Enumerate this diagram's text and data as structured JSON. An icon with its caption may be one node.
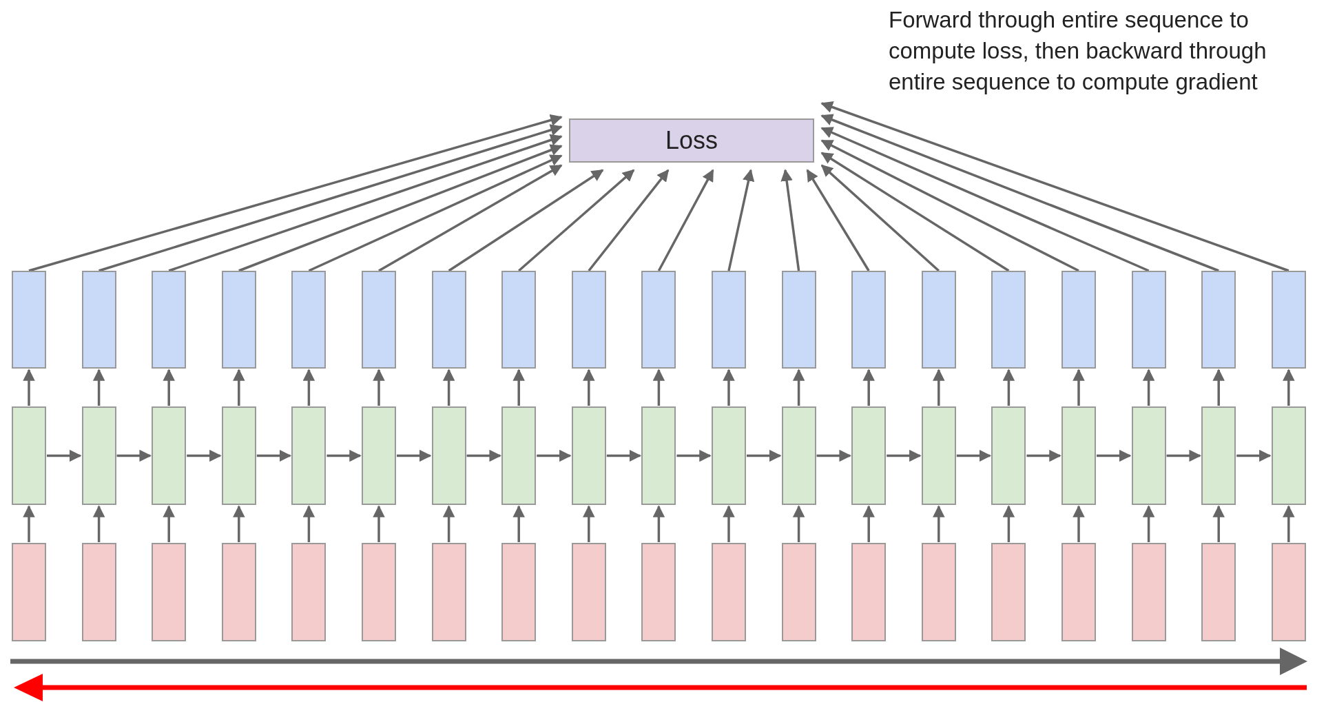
{
  "diagram": {
    "nodes": [
      {
        "text": [
          "Loss"
        ]
      },
      {
        "text": [],
        "shape": "box"
      },
      {
        "text": [],
        "shape": "box"
      },
      {
        "text": [],
        "shape": "box"
      },
      {
        "text": [],
        "shape": "box"
      },
      {
        "text": [],
        "shape": "box"
      },
      {
        "text": [],
        "shape": "box"
      },
      {
        "text": [],
        "shape": "box"
      },
      {
        "text": [],
        "shape": "box"
      },
      {
        "text": [],
        "shape": "box"
      },
      {
        "text": [],
        "shape": "box"
      },
      {
        "text": [],
        "shape": "box"
      },
      {
        "text": [],
        "shape": "box"
      },
      {
        "text": [],
        "shape": "box"
      },
      {
        "text": [],
        "shape": "box"
      },
      {
        "text": [],
        "shape": "box"
      },
      {
        "text": [],
        "shape": "box"
      },
      {
        "text": [],
        "shape": "box"
      },
      {
        "text": [],
        "shape": "box"
      },
      {
        "text": [],
        "shape": "box"
      },
      {
        "text": [],
        "shape": "box"
      },
      {
        "text": [],
        "shape": "box"
      },
      {
        "text": [],
        "shape": "box"
      },
      {
        "text": [],
        "shape": "box"
      },
      {
        "text": [],
        "shape": "box"
      },
      {
        "text": [],
        "shape": "box"
      },
      {
        "text": [],
        "shape": "box"
      },
      {
        "text": [],
        "shape": "box"
      },
      {
        "text": [],
        "shape": "box"
      },
      {
        "text": [],
        "shape": "box"
      },
      {
        "text": [],
        "shape": "box"
      },
      {
        "text": [],
        "shape": "box"
      },
      {
        "text": [],
        "shape": "box"
      },
      {
        "text": [],
        "shape": "box"
      },
      {
        "text": [],
        "shape": "box"
      },
      {
        "text": [],
        "shape": "box"
      },
      {
        "text": [],
        "shape": "box"
      },
      {
        "text": [],
        "shape": "box"
      },
      {
        "text": [],
        "shape": "box"
      },
      {
        "text": [],
        "shape": "box"
      },
      {
        "text": [],
        "shape": "box"
      },
      {
        "text": [],
        "shape": "box"
      },
      {
        "text": [],
        "shape": "box"
      },
      {
        "text": [],
        "shape": "box"
      },
      {
        "text": [],
        "shape": "box"
      },
      {
        "text": [],
        "shape": "box"
      },
      {
        "text": [],
        "shape": "box"
      },
      {
        "text": [],
        "shape": "box"
      },
      {
        "text": [],
        "shape": "box"
      },
      {
        "text": [],
        "shape": "box"
      },
      {
        "text": [],
        "shape": "box"
      },
      {
        "text": [],
        "shape": "box"
      },
      {
        "text": [],
        "shape": "box"
      },
      {
        "text": [],
        "shape": "box"
      },
      {
        "text": [],
        "shape": "box"
      },
      {
        "text": [],
        "shape": "box"
      },
      {
        "text": [],
        "shape": "box"
      },
      {
        "text": [],
        "shape": "box"
      }
    ],
    "edges": [
      {
        "from": 1,
        "to": 0,
        "arrow": "to"
      },
      {
        "from": 2,
        "to": 0,
        "arrow": "to"
      },
      {
        "from": 3,
        "to": 0,
        "arrow": "to"
      },
      {
        "from": 4,
        "to": 0,
        "arrow": "to"
      },
      {
        "from": 5,
        "to": 0,
        "arrow": "to"
      },
      {
        "from": 6,
        "to": 0,
        "arrow": "to"
      },
      {
        "from": 7,
        "to": 0,
        "arrow": "to"
      },
      {
        "from": 8,
        "to": 0,
        "arrow": "to"
      },
      {
        "from": 9,
        "to": 0,
        "arrow": "to"
      },
      {
        "from": 10,
        "to": 0,
        "arrow": "to"
      },
      {
        "from": 11,
        "to": 0,
        "arrow": "to"
      },
      {
        "from": 12,
        "to": 0,
        "arrow": "to"
      },
      {
        "from": 13,
        "to": 0,
        "arrow": "to"
      },
      {
        "from": 14,
        "to": 0,
        "arrow": "to"
      },
      {
        "from": 15,
        "to": 0,
        "arrow": "to"
      },
      {
        "from": 16,
        "to": 0,
        "arrow": "to"
      },
      {
        "from": 17,
        "to": 0,
        "arrow": "to"
      },
      {
        "from": 18,
        "to": 0,
        "arrow": "to"
      },
      {
        "from": 19,
        "to": 0,
        "arrow": "to"
      },
      {
        "from": 20,
        "to": 1,
        "arrow": "to"
      },
      {
        "from": 21,
        "to": 2,
        "arrow": "to"
      },
      {
        "from": 22,
        "to": 3,
        "arrow": "to"
      },
      {
        "from": 23,
        "to": 4,
        "arrow": "to"
      },
      {
        "from": 24,
        "to": 5,
        "arrow": "to"
      },
      {
        "from": 25,
        "to": 6,
        "arrow": "to"
      },
      {
        "from": 26,
        "to": 7,
        "arrow": "to"
      },
      {
        "from": 27,
        "to": 8,
        "arrow": "to"
      },
      {
        "from": 28,
        "to": 9,
        "arrow": "to"
      },
      {
        "from": 29,
        "to": 10,
        "arrow": "to"
      },
      {
        "from": 30,
        "to": 11,
        "arrow": "to"
      },
      {
        "from": 31,
        "to": 12,
        "arrow": "to"
      },
      {
        "from": 32,
        "to": 13,
        "arrow": "to"
      },
      {
        "from": 33,
        "to": 14,
        "arrow": "to"
      },
      {
        "from": 34,
        "to": 15,
        "arrow": "to"
      },
      {
        "from": 35,
        "to": 16,
        "arrow": "to"
      },
      {
        "from": 36,
        "to": 17,
        "arrow": "to"
      },
      {
        "from": 37,
        "to": 18,
        "arrow": "to"
      },
      {
        "from": 38,
        "to": 19,
        "arrow": "to"
      },
      {
        "from": 20,
        "to": 21,
        "arrow": "to"
      },
      {
        "from": 21,
        "to": 22,
        "arrow": "to"
      },
      {
        "from": 22,
        "to": 23,
        "arrow": "to"
      },
      {
        "from": 23,
        "to": 24,
        "arrow": "to"
      },
      {
        "from": 24,
        "to": 25,
        "arrow": "to"
      },
      {
        "from": 25,
        "to": 26,
        "arrow": "to"
      },
      {
        "from": 26,
        "to": 27,
        "arrow": "to"
      },
      {
        "from": 27,
        "to": 28,
        "arrow": "to"
      },
      {
        "from": 28,
        "to": 29,
        "arrow": "to"
      },
      {
        "from": 29,
        "to": 30,
        "arrow": "to"
      },
      {
        "from": 30,
        "to": 31,
        "arrow": "to"
      },
      {
        "from": 31,
        "to": 32,
        "arrow": "to"
      },
      {
        "from": 32,
        "to": 33,
        "arrow": "to"
      },
      {
        "from": 33,
        "to": 34,
        "arrow": "to"
      },
      {
        "from": 34,
        "to": 35,
        "arrow": "to"
      },
      {
        "from": 35,
        "to": 36,
        "arrow": "to"
      },
      {
        "from": 36,
        "to": 37,
        "arrow": "to"
      },
      {
        "from": 37,
        "to": 38,
        "arrow": "to"
      },
      {
        "from": 39,
        "to": 20,
        "arrow": "to"
      },
      {
        "from": 40,
        "to": 21,
        "arrow": "to"
      },
      {
        "from": 41,
        "to": 22,
        "arrow": "to"
      },
      {
        "from": 42,
        "to": 23,
        "arrow": "to"
      },
      {
        "from": 43,
        "to": 24,
        "arrow": "to"
      },
      {
        "from": 44,
        "to": 25,
        "arrow": "to"
      },
      {
        "from": 45,
        "to": 26,
        "arrow": "to"
      },
      {
        "from": 46,
        "to": 27,
        "arrow": "to"
      },
      {
        "from": 47,
        "to": 28,
        "arrow": "to"
      },
      {
        "from": 48,
        "to": 29,
        "arrow": "to"
      },
      {
        "from": 49,
        "to": 30,
        "arrow": "to"
      },
      {
        "from": 50,
        "to": 31,
        "arrow": "to"
      },
      {
        "from": 51,
        "to": 32,
        "arrow": "to"
      },
      {
        "from": 52,
        "to": 33,
        "arrow": "to"
      },
      {
        "from": 53,
        "to": 34,
        "arrow": "to"
      },
      {
        "from": 54,
        "to": 35,
        "arrow": "to"
      },
      {
        "from": 55,
        "to": 36,
        "arrow": "to"
      },
      {
        "from": 56,
        "to": 37,
        "arrow": "to"
      },
      {
        "from": 57,
        "to": 38,
        "arrow": "to"
      }
    ],
    "labels": [
      "Forward through entire sequence to compute loss, then backward through entire sequence to compute gradient"
    ]
  }
}
